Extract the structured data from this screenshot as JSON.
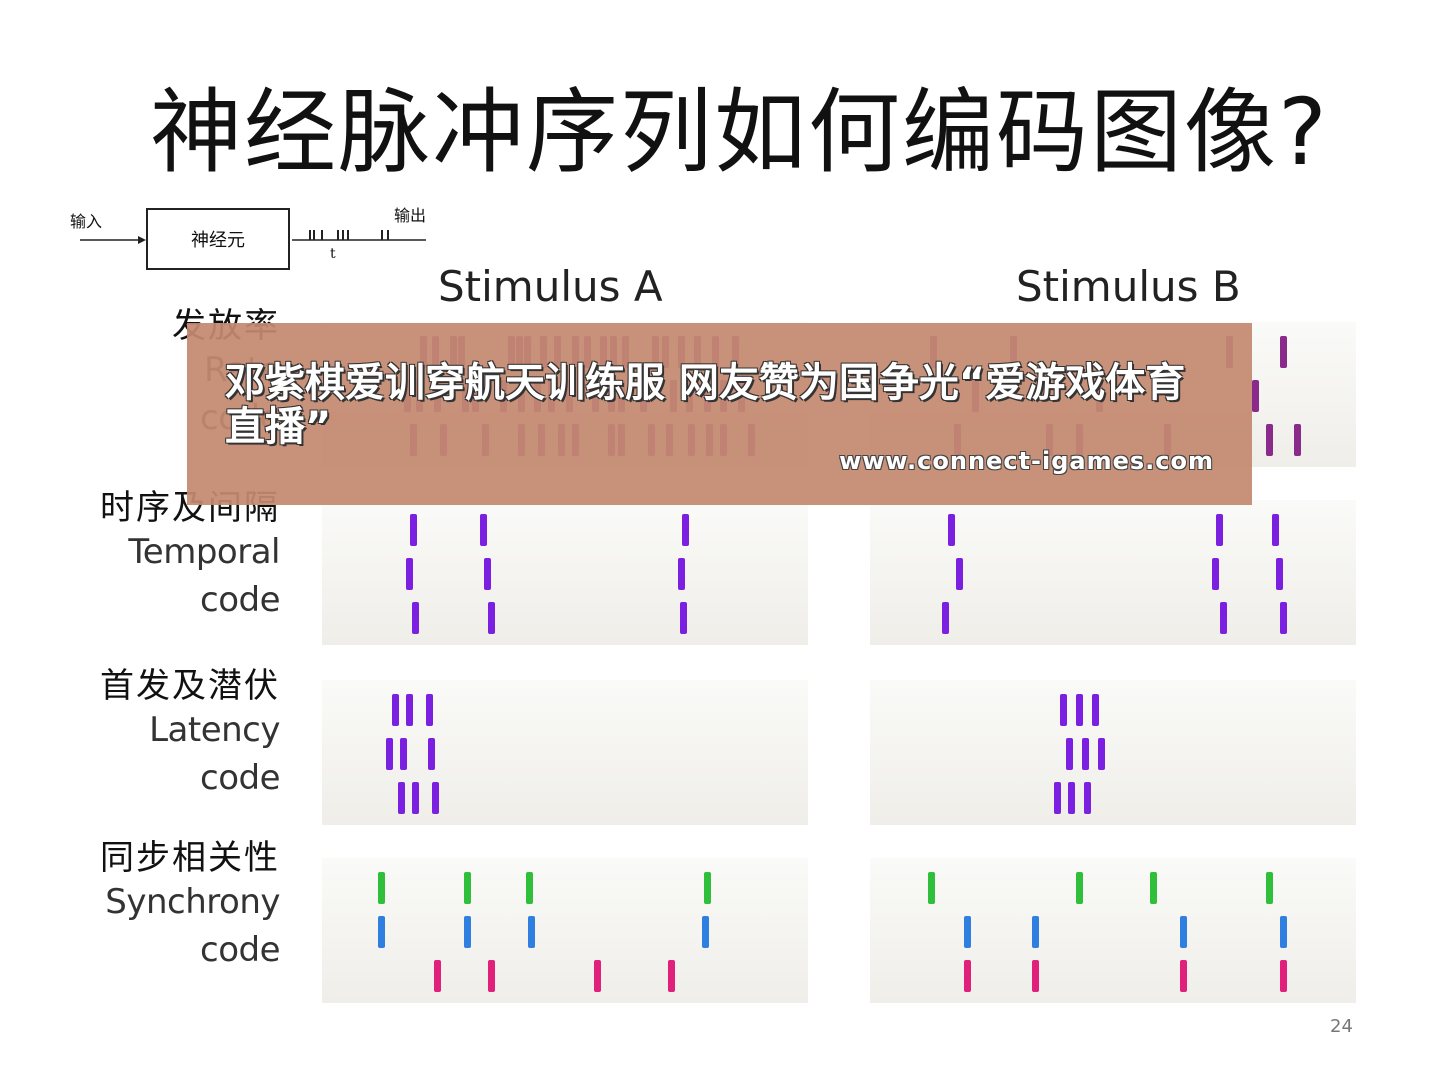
{
  "slide": {
    "title": "神经脉冲序列如何编码图像?",
    "page_number": "24"
  },
  "flow": {
    "input_label": "输入",
    "neuron_label": "神经元",
    "output_label": "输出",
    "time_label": "t"
  },
  "stimuli": [
    "Stimulus A",
    "Stimulus B"
  ],
  "rows": [
    {
      "zh": "发放率",
      "en1": "Rate",
      "en2": "code"
    },
    {
      "zh": "时序及间隔",
      "en1": "Temporal",
      "en2": "code"
    },
    {
      "zh": "首发及潜伏",
      "en1": "Latency",
      "en2": "code"
    },
    {
      "zh": "同步相关性",
      "en1": "Synchrony",
      "en2": "code"
    }
  ],
  "colors": {
    "rate": "#8a2a8a",
    "temporal": "#7b1fe0",
    "latency": "#7b1fe0",
    "sync_green": "#2fbf3a",
    "sync_blue": "#2f7fe0",
    "sync_pink": "#e0207a",
    "overlay": "#c48970"
  },
  "overlay": {
    "headline": "邓紫棋爱训穿航天训练服 网友赞为国争光“爱游戏体育直播”",
    "url": "www.connect-igames.com"
  }
}
